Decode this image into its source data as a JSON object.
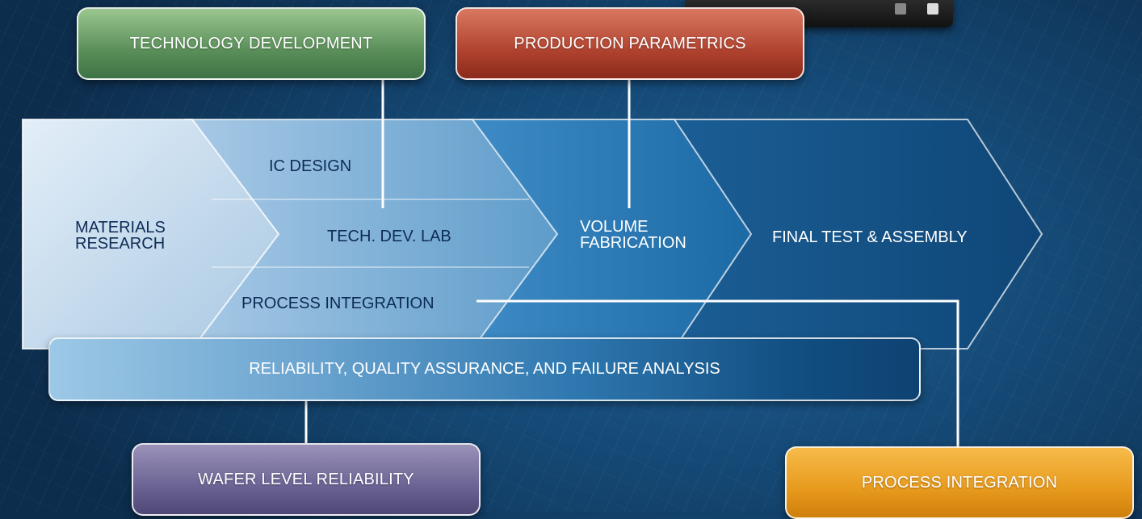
{
  "top_boxes": {
    "technology_development": "TECHNOLOGY DEVELOPMENT",
    "production_parametrics": "PRODUCTION PARAMETRICS"
  },
  "stages": {
    "materials_research_line1": "MATERIALS",
    "materials_research_line2": "RESEARCH",
    "ic_design": "IC DESIGN",
    "tech_dev_lab": "TECH. DEV. LAB",
    "process_integration": "PROCESS INTEGRATION",
    "volume_fabrication_line1": "VOLUME",
    "volume_fabrication_line2": "FABRICATION",
    "final_test_assembly": "FINAL TEST & ASSEMBLY"
  },
  "band": {
    "label": "RELIABILITY, QUALITY ASSURANCE, AND FAILURE ANALYSIS"
  },
  "bottom_boxes": {
    "wafer_level_reliability": "WAFER LEVEL RELIABILITY",
    "process_integration": "PROCESS INTEGRATION"
  },
  "colors": {
    "green": "#5a8f5a",
    "red": "#b0432f",
    "purple": "#6b6394",
    "orange": "#e79a1d",
    "dark_blue": "#124f82",
    "light_blue": "#c7ddef"
  }
}
